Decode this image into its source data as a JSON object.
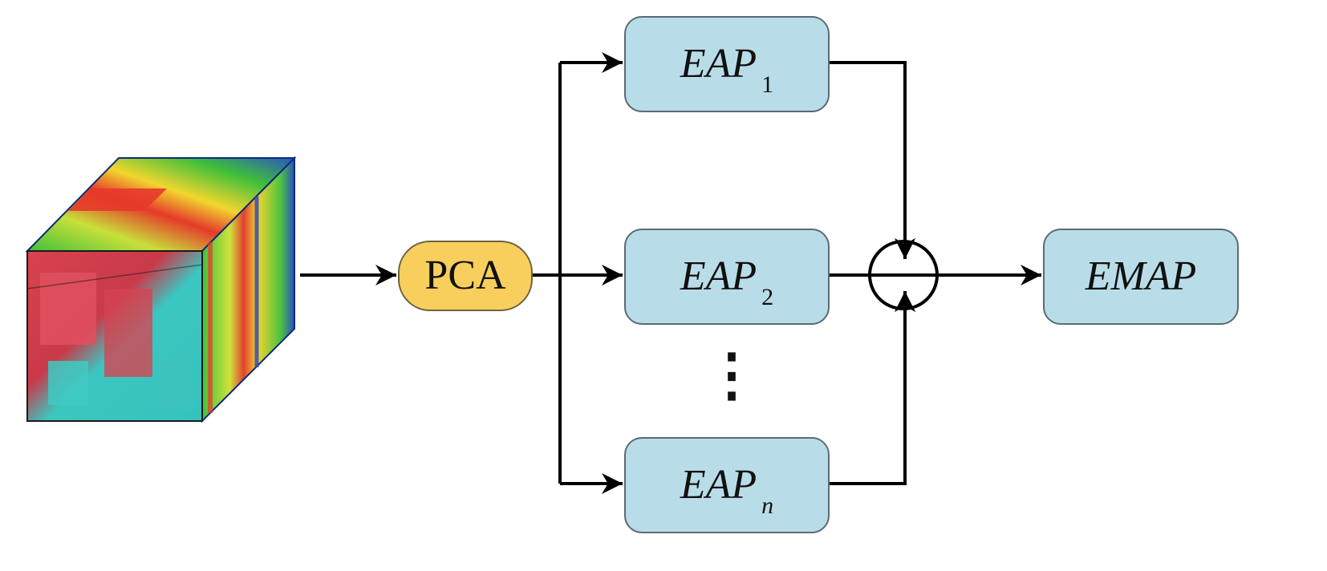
{
  "diagram": {
    "pca_label": "PCA",
    "eap_boxes": [
      {
        "base": "EAP",
        "sub": "1"
      },
      {
        "base": "EAP",
        "sub": "2"
      },
      {
        "base": "EAP",
        "sub": "n"
      }
    ],
    "ellipsis": "⋮",
    "output_label": "EMAP",
    "colors": {
      "eap_fill": "#b9dde8",
      "pca_fill": "#f8cf5c",
      "line": "#000000"
    }
  }
}
